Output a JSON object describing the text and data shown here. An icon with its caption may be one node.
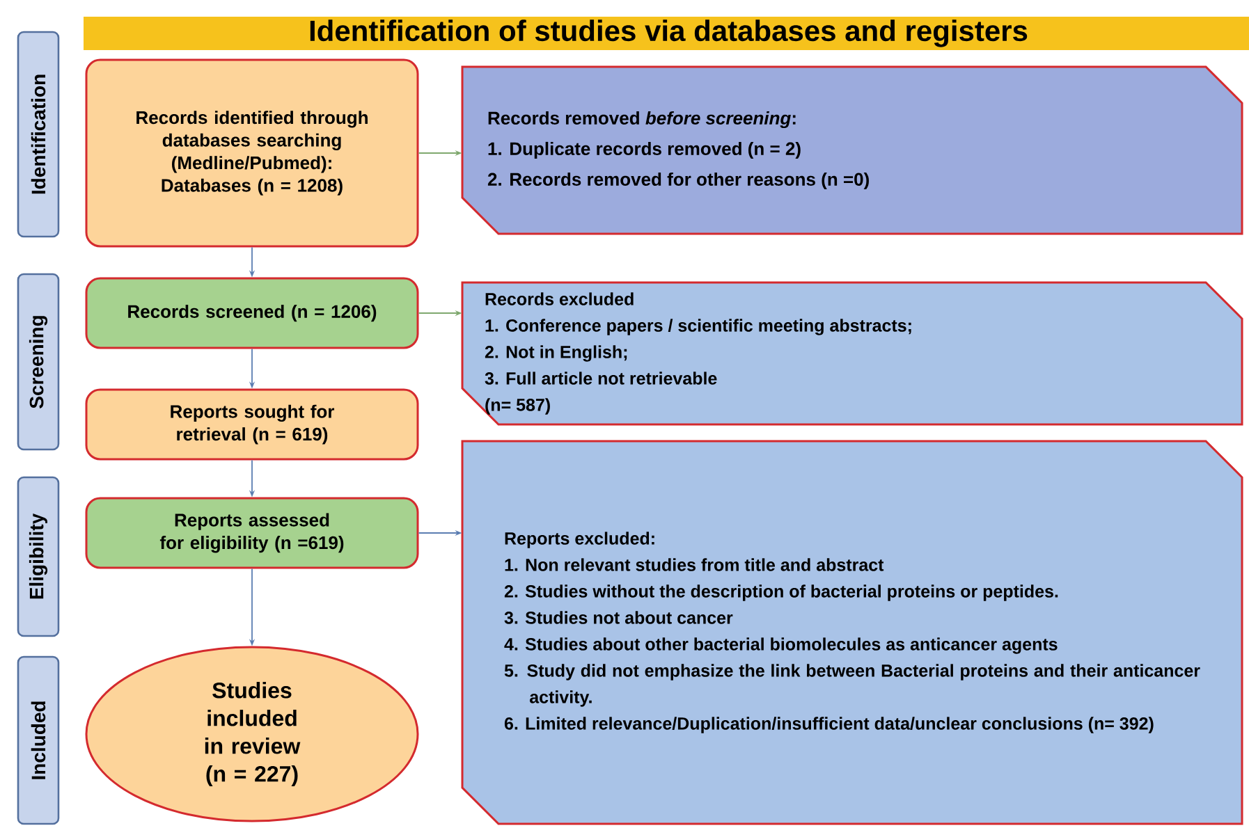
{
  "diagram": {
    "title": "Identification of studies via databases and registers",
    "nodes": [
      {
        "text": [
          "Identification"
        ]
      },
      {
        "text": [
          "Records identified through databases searching (Medline/Pubmed): Databases (n = 1208)"
        ]
      },
      {
        "text": [
          "Records removed *before screening*:",
          "1. Duplicate records removed (n = 2)",
          "2. Records removed for other reasons (n =0)"
        ]
      },
      {
        "text": [
          "Screening"
        ]
      },
      {
        "text": [
          "Records screened (n = 1206)"
        ]
      },
      {
        "text": [
          "Records excluded",
          "1. Conference papers / scientific meeting abstracts;",
          "2. Not in English;",
          "3. Full article not retrievable",
          "(n= 587)"
        ]
      },
      {
        "text": [
          "Reports sought for retrieval (n = 619)"
        ]
      },
      {
        "text": [
          "Eligibility"
        ]
      },
      {
        "text": [
          "Reports assessed for eligibility (n =619)"
        ]
      },
      {
        "text": [
          "Reports excluded:",
          "1. Non relevant studies from title and abstract",
          "2. Studies without the description of bacterial proteins or peptides.",
          "3. Studies not about cancer",
          "4. Studies about other bacterial biomolecules as anticancer agents",
          "5. Study did not emphasize the link between Bacterial proteins and their anticancer activity.",
          "6. Limited relevance/Duplication/insufficient data/unclear conclusions (n= 392)"
        ]
      },
      {
        "text": [
          "Included"
        ]
      },
      {
        "text": [
          "Studies included in review (n = 227)"
        ]
      }
    ],
    "edges": [
      {
        "from": 1,
        "to": 2,
        "arrow": "to",
        "color": "#7fa86e"
      },
      {
        "from": 1,
        "to": 4,
        "arrow": "to"
      },
      {
        "from": 4,
        "to": 5,
        "arrow": "to",
        "color": "#7fa86e"
      },
      {
        "from": 4,
        "to": 6,
        "arrow": "to"
      },
      {
        "from": 6,
        "to": 8,
        "arrow": "to"
      },
      {
        "from": 8,
        "to": 9,
        "arrow": "to"
      },
      {
        "from": 8,
        "to": 11,
        "arrow": "to"
      }
    ]
  }
}
